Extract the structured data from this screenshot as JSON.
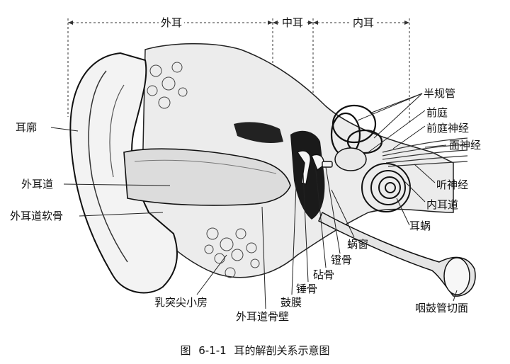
{
  "sections": {
    "outer": "外耳",
    "middle": "中耳",
    "inner": "内耳"
  },
  "labels": {
    "auricle": "耳廓",
    "ext_canal": "外耳道",
    "ext_canal_cartilage": "外耳道软骨",
    "mastoid_cells": "乳突尖小房",
    "ext_canal_bony_wall": "外耳道骨壁",
    "tympanic_membrane": "鼓膜",
    "malleus": "锤骨",
    "incus": "砧骨",
    "stapes": "镫骨",
    "cochlear_window": "蜗窗",
    "cochlea": "耳蜗",
    "int_canal": "内耳道",
    "auditory_nerve": "听神经",
    "facial_nerve": "面神经",
    "vestibular_nerve": "前庭神经",
    "vestibule": "前庭",
    "semicircular_canals": "半规管",
    "eustachian_section": "咽鼓管切面"
  },
  "caption": "图 6-1-1  耳的解剖关系示意图"
}
